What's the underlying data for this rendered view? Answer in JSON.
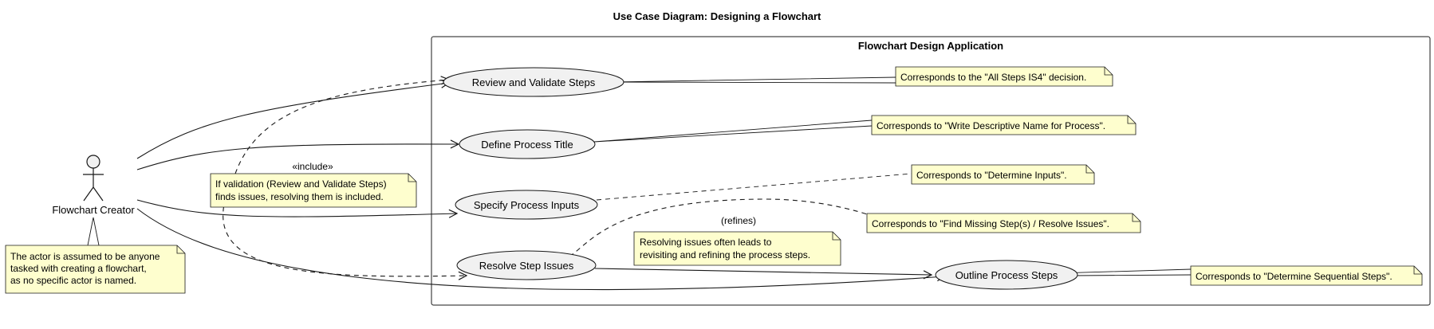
{
  "diagram": {
    "title": "Use Case Diagram: Designing a Flowchart",
    "system_boundary": {
      "label": "Flowchart Design Application"
    },
    "actor": {
      "label": "Flowchart Creator"
    },
    "use_cases": {
      "review_validate": "Review and Validate Steps",
      "define_title": "Define Process Title",
      "specify_inputs": "Specify Process Inputs",
      "resolve_issues": "Resolve Step Issues",
      "outline_steps": "Outline Process Steps"
    },
    "relations": {
      "include_label": "«include»",
      "refines_label": "(refines)"
    },
    "notes": {
      "actor_note": [
        "The actor is assumed to be anyone",
        "tasked with creating a flowchart,",
        "as no specific actor is named."
      ],
      "include_note": [
        "If validation (Review and Validate Steps)",
        "finds issues, resolving them is included."
      ],
      "refine_note": [
        "Resolving issues often leads to",
        "revisiting and refining the process steps."
      ],
      "review_note": [
        "Corresponds to the \"All Steps IS4\" decision."
      ],
      "title_note": [
        "Corresponds to \"Write Descriptive Name for Process\"."
      ],
      "inputs_note": [
        "Corresponds to \"Determine Inputs\"."
      ],
      "resolve_note": [
        "Corresponds to \"Find Missing Step(s) / Resolve Issues\"."
      ],
      "outline_note": [
        "Corresponds to \"Determine Sequential Steps\"."
      ]
    }
  }
}
